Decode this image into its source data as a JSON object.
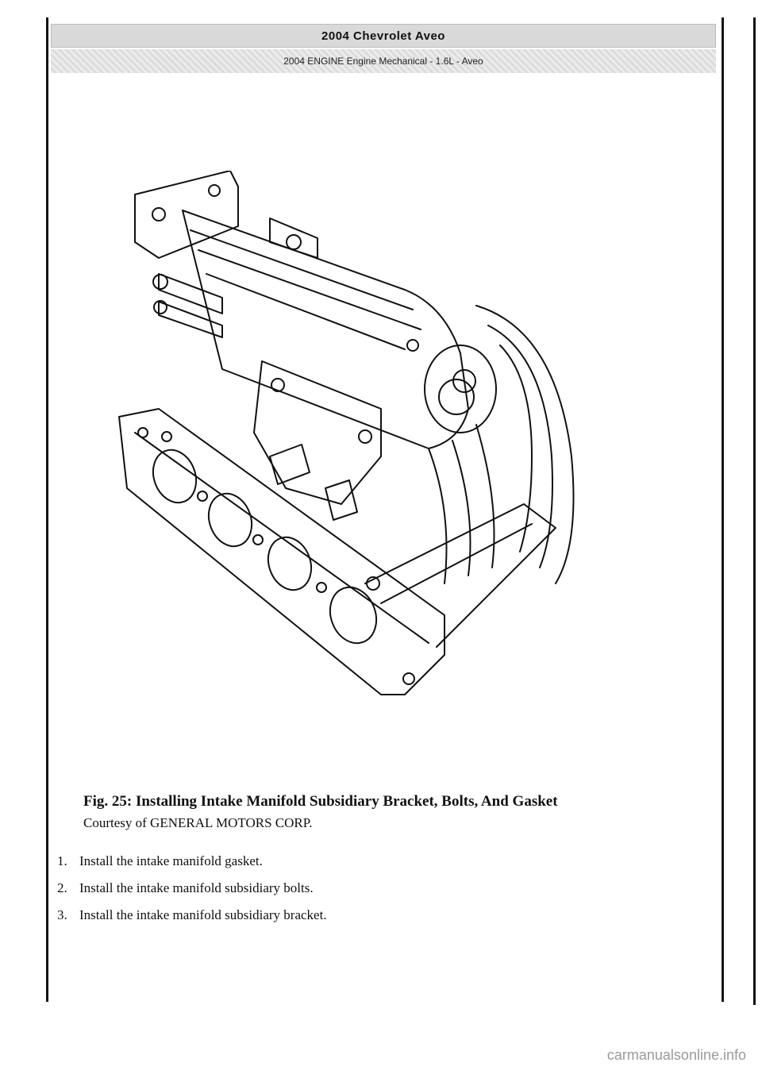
{
  "header": {
    "title": "2004 Chevrolet Aveo",
    "subtitle": "2004 ENGINE Engine Mechanical - 1.6L - Aveo"
  },
  "figure": {
    "caption": "Fig. 25: Installing Intake Manifold Subsidiary Bracket, Bolts, And Gasket",
    "credit": "Courtesy of GENERAL MOTORS CORP."
  },
  "steps": [
    {
      "num": "1.",
      "text": "Install the intake manifold gasket."
    },
    {
      "num": "2.",
      "text": "Install the intake manifold subsidiary bolts."
    },
    {
      "num": "3.",
      "text": "Install the intake manifold subsidiary bracket."
    }
  ],
  "watermark": "carmanualsonline.info"
}
